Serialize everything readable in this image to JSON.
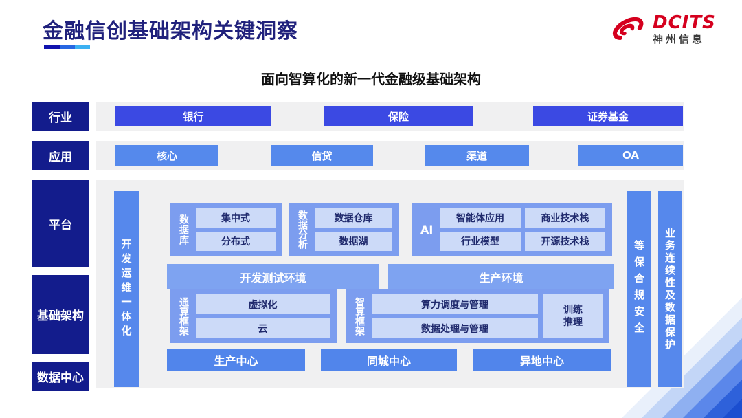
{
  "slide": {
    "title": "金融信创基础架构关键洞察",
    "subtitle": "面向智算化的新一代金融级基础架构"
  },
  "logo": {
    "brand": "DCITS",
    "company": "神州信息",
    "icon": "dcits-swoosh-icon"
  },
  "sidebar": {
    "items": [
      {
        "label": "行业"
      },
      {
        "label": "应用"
      },
      {
        "label": "平台"
      },
      {
        "label": "基础架构"
      },
      {
        "label": "数据中心"
      }
    ]
  },
  "industry_row": {
    "items": [
      "银行",
      "保险",
      "证券基金"
    ]
  },
  "application_row": {
    "items": [
      "核心",
      "信贷",
      "渠道",
      "OA"
    ]
  },
  "platform": {
    "devops_bar": "开发运维一体化",
    "security_bar": "等保合规安全",
    "continuity_bar": "业务连续性及数据保护",
    "groups": {
      "database": {
        "label": "数据库",
        "items": [
          "集中式",
          "分布式"
        ]
      },
      "analytics": {
        "label": "数据分析",
        "items": [
          "数据仓库",
          "数据湖"
        ]
      },
      "ai": {
        "label": "AI",
        "items": [
          "智能体应用",
          "商业技术栈",
          "行业模型",
          "开源技术栈"
        ]
      },
      "general_compute": {
        "label": "通算框架",
        "items": [
          "虚拟化",
          "云"
        ]
      },
      "intelligent_compute": {
        "label": "智算框架",
        "items": [
          "算力调度与管理",
          "数据处理与管理"
        ],
        "side_item": "训练\n推理"
      }
    },
    "environments": [
      "开发测试环境",
      "生产环境"
    ],
    "centers": [
      "生产中心",
      "同城中心",
      "异地中心"
    ]
  },
  "colors": {
    "navy": "#131c8c",
    "industry_blue": "#3b49e3",
    "application_blue": "#5589ec",
    "bar_blue": "#5688ec",
    "group_blue": "#7c9def",
    "inner_blue": "#ccdaf8",
    "inner_text": "#202a6d",
    "title_navy": "#20217c",
    "brand_red": "#d5001e",
    "panel_gray": "#f0f0f1"
  }
}
